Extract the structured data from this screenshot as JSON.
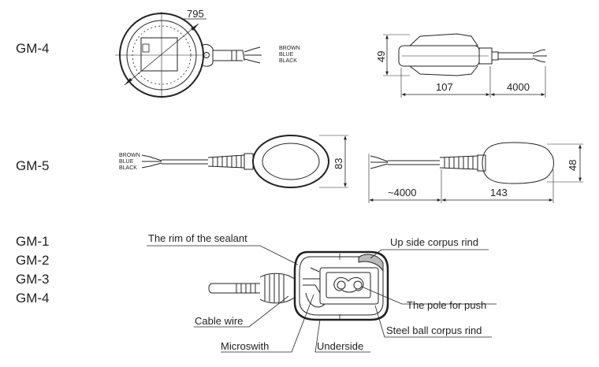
{
  "models": {
    "gm4_top": "GM-4",
    "gm5": "GM-5",
    "list": [
      "GM-1",
      "GM-2",
      "GM-3",
      "GM-4"
    ]
  },
  "gm4": {
    "dim_diameter": "795",
    "dim_height": "49",
    "dim_length": "107",
    "dim_cable": "4000",
    "wires": [
      "BROWN",
      "BLUE",
      "BLACK"
    ]
  },
  "gm5": {
    "dim_height_top": "83",
    "dim_height_side": "48",
    "dim_cable": "~4000",
    "dim_length": "143",
    "wires": [
      "BROWN",
      "BLUE",
      "BLACK"
    ]
  },
  "section": {
    "rim": "The rim of the sealant",
    "up_side": "Up side corpus rind",
    "pole": "The pole for push",
    "cable": "Cable wire",
    "steel": "Steel ball corpus rind",
    "micro": "Microswith",
    "under": "Underside"
  },
  "colors": {
    "line": "#222222",
    "background": "#ffffff"
  }
}
